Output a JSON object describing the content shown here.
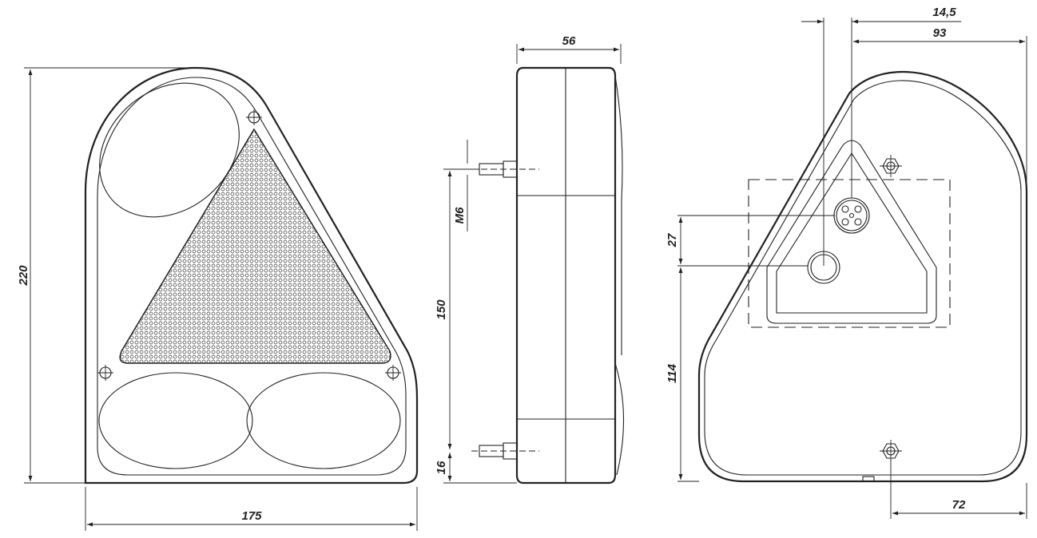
{
  "title": "Rear lamp technical drawing",
  "views": [
    "front-view",
    "side-view",
    "rear-view"
  ],
  "dimensions": {
    "front_height": "220",
    "front_width": "175",
    "side_depth": "56",
    "stud_thread": "M6",
    "stud_spacing": "150",
    "stud_bottom_offset": "16",
    "connector_offset": "14,5",
    "connector_to_edge": "93",
    "connector_vertical": "27",
    "hole_height": "114",
    "nut_to_edge": "72"
  }
}
